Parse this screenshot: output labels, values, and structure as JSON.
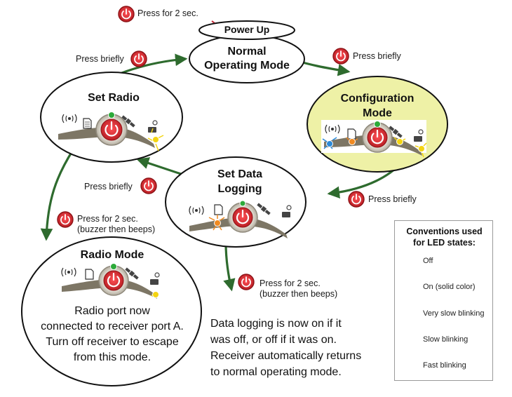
{
  "press_2sec": "Press for 2 sec.",
  "press_briefly": "Press briefly",
  "buzzer_note": "(buzzer then beeps)",
  "states": {
    "power_up": "Power Up",
    "normal": [
      "Normal",
      "Operating Mode"
    ],
    "configuration": [
      "Configuration",
      "Mode"
    ],
    "set_radio": "Set Radio",
    "set_data_logging": [
      "Set Data",
      "Logging"
    ],
    "radio_mode": "Radio Mode"
  },
  "radio_mode_text": [
    "Radio port now",
    "connected to receiver port A.",
    "Turn off receiver to escape",
    "from this mode."
  ],
  "data_logging_text": [
    "Data logging is now on if it",
    "was off, or off if it was on.",
    "Receiver automatically returns",
    "to normal operating mode."
  ],
  "legend": {
    "title": [
      "Conventions used",
      "for LED states:"
    ],
    "items": [
      "Off",
      "On (solid color)",
      "Very slow blinking",
      "Slow blinking",
      "Fast blinking"
    ]
  },
  "colors": {
    "arrow": "#2e6b2e",
    "power_red": "#d8282e",
    "led_green": "#2daa3a",
    "led_yellow": "#f3d411",
    "led_orange": "#f08a21",
    "led_blue": "#2b8ad8",
    "config_fill": "#eef1a6",
    "bar": "#7d7665"
  },
  "icons": [
    "power-button-icon",
    "antenna-icon",
    "sd-card-icon",
    "satellite-icon",
    "modem-icon"
  ]
}
